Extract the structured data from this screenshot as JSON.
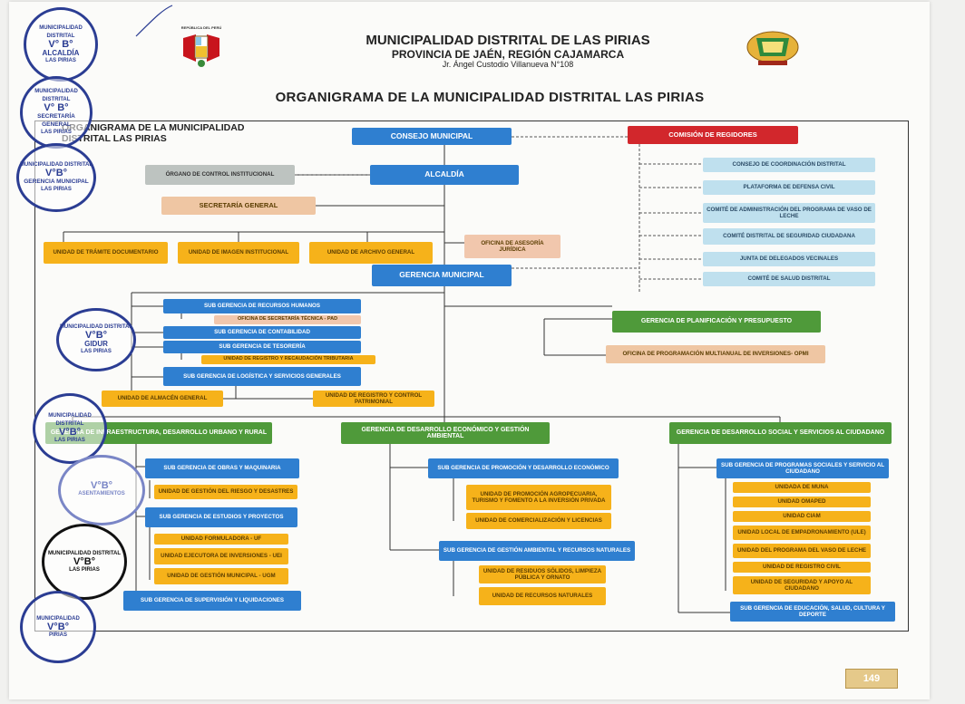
{
  "header": {
    "title": "MUNICIPALIDAD DISTRITAL DE LAS PIRIAS",
    "subtitle": "PROVINCIA DE JAÉN, REGIÓN CAJAMARCA",
    "address": "Jr. Ángel Custodio Villanueva N°108",
    "left_emblem_text": "REPÚBLICA DEL PERÚ"
  },
  "org_title": "ORGANIGRAMA DE LA MUNICIPALIDAD DISTRITAL LAS PIRIAS",
  "chart_subtitle": "ORGANIGRAMA DE LA MUNICIPALIDAD DISTRITAL LAS PIRIAS",
  "nodes": {
    "consejo": "CONSEJO MUNICIPAL",
    "comision": "COMISIÓN DE REGIDORES",
    "organo_control": "ÓRGANO DE CONTROL INSTITUCIONAL",
    "alcaldia": "ALCALDÍA",
    "secretaria": "SECRETARÍA GENERAL",
    "tramite": "UNIDAD DE TRÁMITE DOCUMENTARIO",
    "imagen": "UNIDAD DE IMAGEN INSTITUCIONAL",
    "archivo": "UNIDAD DE ARCHIVO GENERAL",
    "asesoria": "OFICINA DE ASESORÍA JURÍDICA",
    "gerencia_mun": "GERENCIA MUNICIPAL",
    "c1": "CONSEJO DE COORDINACIÓN DISTRITAL",
    "c2": "PLATAFORMA DE DEFENSA CIVIL",
    "c3": "COMITÉ DE ADMINISTRACIÓN DEL PROGRAMA DE VASO DE LECHE",
    "c4": "COMITÉ DISTRITAL DE SEGURIDAD CIUDADANA",
    "c5": "JUNTA DE DELEGADOS VECINALES",
    "c6": "COMITÉ DE SALUD DISTRITAL",
    "rrhh": "SUB GERENCIA DE RECURSOS HUMANOS",
    "pad": "OFICINA DE SECRETARÍA TÉCNICA - PAD",
    "contab": "SUB GERENCIA DE CONTABILIDAD",
    "tesoreria": "SUB GERENCIA DE TESORERÍA",
    "recaudacion": "UNIDAD DE REGISTRO Y RECAUDACIÓN TRIBUTARIA",
    "logistica": "SUB GERENCIA DE LOGÍSTICA Y SERVICIOS GENERALES",
    "almacen": "UNIDAD DE ALMACÉN GENERAL",
    "patrimonial": "UNIDAD DE REGISTRO Y CONTROL PATRIMONIAL",
    "planificacion": "GERENCIA DE PLANIFICACIÓN Y PRESUPUESTO",
    "opmi": "OFICINA DE PROGRAMACIÓN MULTIANUAL DE INVERSIONES- OPMI",
    "g_infra": "GERENCIA DE INFRAESTRUCTURA, DESARROLLO URBANO Y RURAL",
    "g_econ": "GERENCIA DE DESARROLLO ECONÓMICO Y GESTIÓN AMBIENTAL",
    "g_social": "GERENCIA DE DESARROLLO SOCIAL Y SERVICIOS AL CIUDADANO",
    "obras": "SUB GERENCIA DE OBRAS Y MAQUINARIA",
    "riesgo": "UNIDAD DE GESTIÓN DEL RIESGO Y DESASTRES",
    "estudios": "SUB GERENCIA DE ESTUDIOS Y PROYECTOS",
    "uf": "UNIDAD FORMULADORA - UF",
    "uei": "UNIDAD EJECUTORA DE INVERSIONES - UEI",
    "ugm": "UNIDAD DE GESTIÓN MUNICIPAL - UGM",
    "supervision": "SUB GERENCIA DE SUPERVISIÓN Y LIQUIDACIONES",
    "promocion": "SUB GERENCIA DE PROMOCIÓN Y DESARROLLO ECONÓMICO",
    "agro": "UNIDAD DE PROMOCIÓN AGROPECUARIA, TURISMO Y FOMENTO A LA INVERSIÓN PRIVADA",
    "comercializacion": "UNIDAD DE COMERCIALIZACIÓN Y LICENCIAS",
    "ambiental": "SUB GERENCIA DE GESTIÓN AMBIENTAL Y RECURSOS NATURALES",
    "residuos": "UNIDAD DE RESIDUOS SÓLIDOS, LIMPIEZA PÚBLICA Y ORNATO",
    "recursos_nat": "UNIDAD DE RECURSOS NATURALES",
    "programas": "SUB GERENCIA DE PROGRAMAS SOCIALES Y SERVICIO AL CIUDADANO",
    "muna": "UNIDADA DE MUNA",
    "omaped": "UNIDAD OMAPED",
    "ciam": "UNIDAD CIAM",
    "ule": "UNIDAD LOCAL DE EMPADRONAMIENTO (ULE)",
    "vaso": "UNIDAD DEL PROGRAMA DEL VASO DE LECHE",
    "civil": "UNIDAD DE REGISTRO CIVIL",
    "seguridad": "UNIDAD DE SEGURIDAD Y APOYO AL CIUDADANO",
    "educacion": "SUB GERENCIA DE EDUCACIÓN, SALUD, CULTURA Y DEPORTE"
  },
  "seals": {
    "s1": [
      "MUNICIPALIDAD DISTRITAL",
      "V° B°",
      "ALCALDÍA",
      "LAS PIRIAS"
    ],
    "s2": [
      "MUNICIPALIDAD DISTRITAL",
      "V° B°",
      "SECRETARÍA GENERAL",
      "LAS PIRIAS"
    ],
    "s3": [
      "MUNICIPALIDAD DISTRITAL",
      "V°B°",
      "GERENCIA MUNICIPAL",
      "LAS PIRIAS"
    ],
    "s4": [
      "MUNICIPALIDAD DISTRITAL",
      "V°B°",
      "GIDUR",
      "LAS PIRIAS"
    ],
    "s5": [
      "MUNICIPALIDAD DISTRITAL",
      "V°B°",
      "",
      "LAS PIRIAS"
    ],
    "s6": [
      "V°B°",
      "ASENTAMIENTOS"
    ],
    "s7": [
      "MUNICIPALIDAD DISTRITAL",
      "V°B°",
      "",
      "LAS PIRIAS"
    ],
    "s8": [
      "MUNICIPALIDAD",
      "V°B°",
      "",
      "PIRIAS"
    ]
  },
  "page_number": "149",
  "colors": {
    "blue": "#2f7fd0",
    "green": "#4f9a3a",
    "orange": "#f6b21a",
    "red": "#d2272c",
    "light_blue": "#bfe0ee",
    "seal_ink": "#2b3d93"
  }
}
